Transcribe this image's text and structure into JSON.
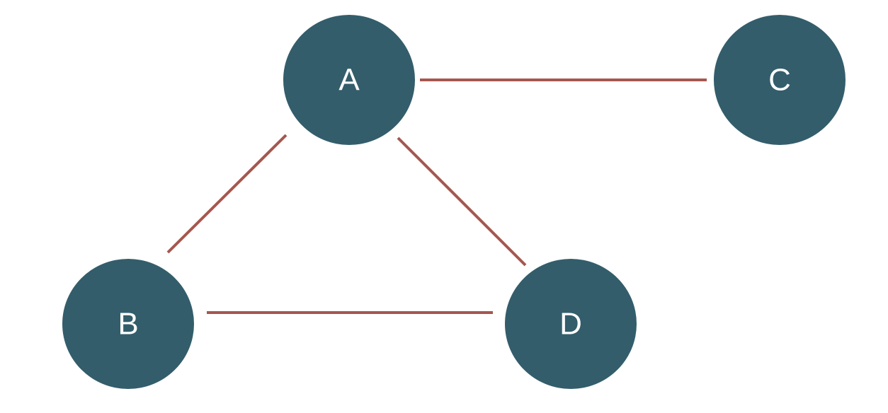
{
  "diagram": {
    "nodes": [
      {
        "id": "A",
        "label": "A"
      },
      {
        "id": "B",
        "label": "B"
      },
      {
        "id": "C",
        "label": "C"
      },
      {
        "id": "D",
        "label": "D"
      }
    ],
    "edges": [
      {
        "from": "A",
        "to": "C"
      },
      {
        "from": "A",
        "to": "B"
      },
      {
        "from": "A",
        "to": "D"
      },
      {
        "from": "B",
        "to": "D"
      }
    ],
    "colors": {
      "node_fill": "#335d6b",
      "node_text": "#ffffff",
      "edge": "#a5574f",
      "background": "#ffffff"
    }
  }
}
